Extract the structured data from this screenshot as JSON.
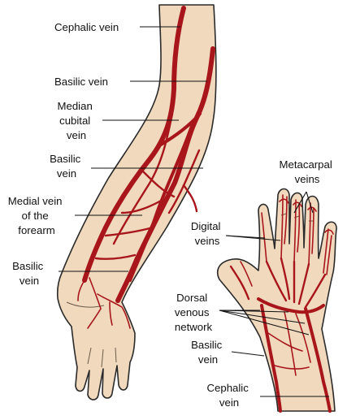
{
  "labels": {
    "cephalic_top": [
      "Cephalic vein"
    ],
    "basilic_upper": [
      "Basilic vein"
    ],
    "median_cubital": [
      "Median",
      "cubital",
      "vein"
    ],
    "basilic_mid": [
      "Basilic",
      "vein"
    ],
    "medial_forearm": [
      "Medial vein",
      "of the",
      "forearm"
    ],
    "basilic_lower": [
      "Basilic",
      "vein"
    ],
    "metacarpal": [
      "Metacarpal",
      "veins"
    ],
    "digital": [
      "Digital",
      "veins"
    ],
    "dorsal_network": [
      "Dorsal",
      "venous",
      "network"
    ],
    "basilic_hand": [
      "Basilic",
      "vein"
    ],
    "cephalic_hand": [
      "Cephalic",
      "vein"
    ]
  },
  "colors": {
    "vein": "#a8161c",
    "skin": "#f0d9bd",
    "outline": "#2a2a2a",
    "text": "#111111"
  }
}
